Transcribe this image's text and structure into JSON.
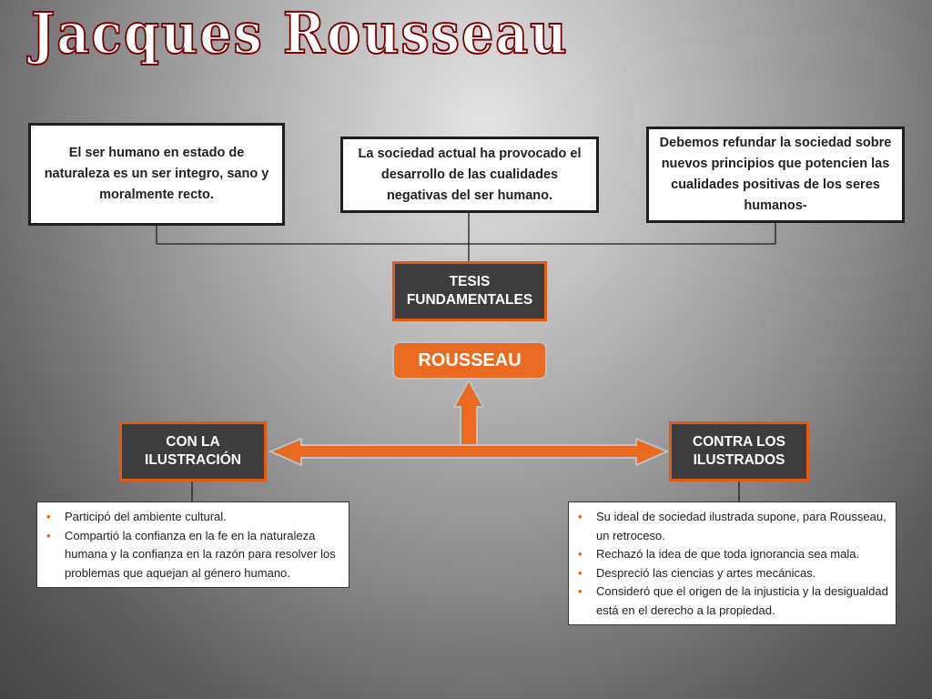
{
  "title": "Jacques Rousseau",
  "theses": [
    "El ser humano en estado de naturaleza es un ser integro, sano y moralmente recto.",
    "La sociedad actual ha provocado el desarrollo de las cualidades negativas del ser humano.",
    "Debemos refundar la sociedad sobre nuevos principios que potencien las cualidades positivas de los seres humanos-"
  ],
  "tesis_label": "TESIS FUNDAMENTALES",
  "center_label": "ROUSSEAU",
  "left_branch": {
    "label": "CON LA ILUSTRACIÓN",
    "items": [
      "Participó del ambiente cultural.",
      "Compartió la confianza en la fe en la naturaleza humana y la confianza en la razón para resolver los problemas que aquejan al género humano."
    ]
  },
  "right_branch": {
    "label": "CONTRA LOS ILUSTRADOS",
    "items": [
      "Su ideal de sociedad ilustrada supone, para Rousseau, un retroceso.",
      "Rechazó la idea de que toda ignorancia sea mala.",
      "Despreció las ciencias y artes mecánicas.",
      "Consideró que el origen de la injusticia y la desigualdad está en el derecho a la propiedad."
    ]
  },
  "colors": {
    "accent_orange": "#ea6a1f",
    "box_border_orange": "#e25a12",
    "dark_box": "#3d3d3d",
    "title_outline": "#7a0000"
  }
}
